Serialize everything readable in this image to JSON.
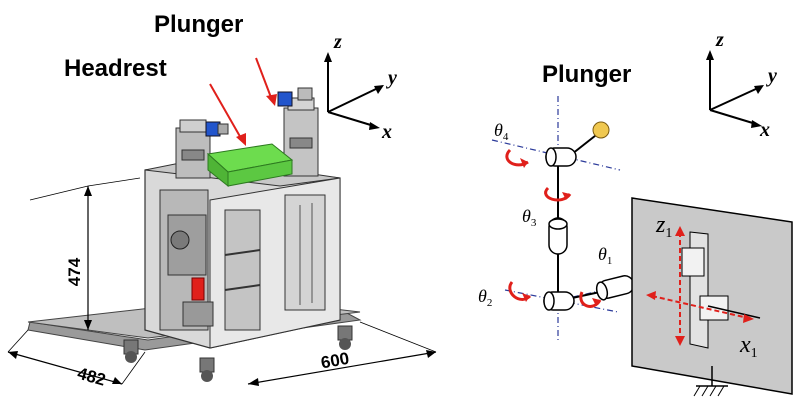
{
  "left_figure": {
    "label_plunger": "Plunger",
    "label_headrest": "Headrest",
    "axes": {
      "z": "z",
      "y": "y",
      "x": "x"
    },
    "dims": {
      "height": "474",
      "depth": "482",
      "width": "600"
    }
  },
  "right_figure": {
    "label_plunger": "Plunger",
    "axes": {
      "z": "z",
      "y": "y",
      "x": "x"
    },
    "theta1": "θ",
    "theta1_sub": "1",
    "theta2": "θ",
    "theta2_sub": "2",
    "theta3": "θ",
    "theta3_sub": "3",
    "theta4": "θ",
    "theta4_sub": "4",
    "z1": "z",
    "z1_sub": "1",
    "x1": "x",
    "x1_sub": "1"
  },
  "colors": {
    "headrest": "#6ddc4e",
    "arrow_red": "#e0201b",
    "dash_blue": "#2b3a9a",
    "ball": "#f0c850"
  }
}
